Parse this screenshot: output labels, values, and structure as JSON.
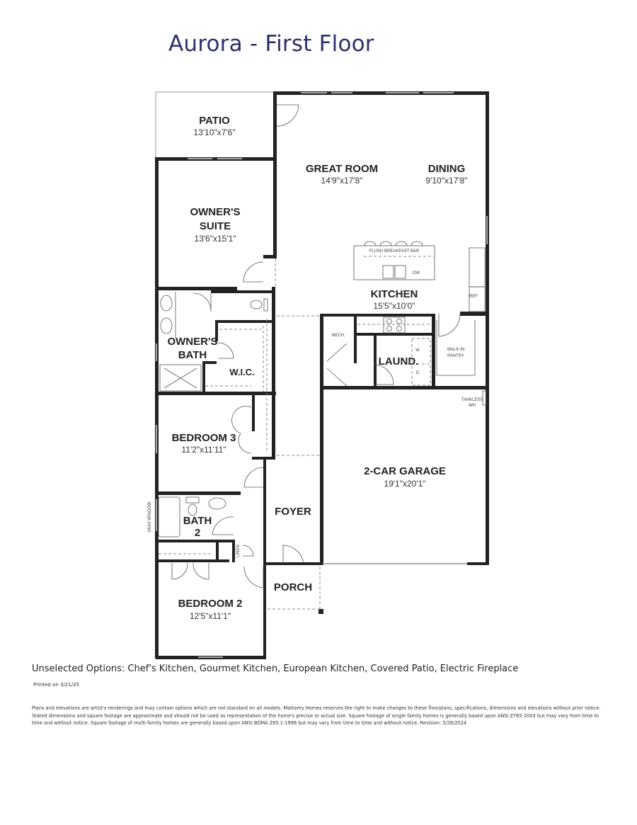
{
  "header": {
    "title": "Aurora - First Floor"
  },
  "rooms": {
    "patio": {
      "name": "PATIO",
      "dim": "13'10\"x7'6\""
    },
    "great_room": {
      "name": "GREAT ROOM",
      "dim": "14'9\"x17'8\""
    },
    "dining": {
      "name": "DINING",
      "dim": "9'10\"x17'8\""
    },
    "owners_suite": {
      "name1": "OWNER'S",
      "name2": "SUITE",
      "dim": "13'6\"x15'1\""
    },
    "kitchen": {
      "name": "KITCHEN",
      "dim": "15'5\"x10'0\""
    },
    "owners_bath": {
      "name1": "OWNER'S",
      "name2": "BATH"
    },
    "wic": {
      "name": "W.I.C."
    },
    "mech": {
      "name": "MECH."
    },
    "laundry": {
      "name": "LAUND."
    },
    "walkin_pantry": {
      "name1": "WALK-IN",
      "name2": "PANTRY"
    },
    "bedroom3": {
      "name": "BEDROOM 3",
      "dim": "11'2\"x11'11\""
    },
    "garage": {
      "name": "2-CAR GARAGE",
      "dim": "19'1\"x20'1\""
    },
    "bath2": {
      "name1": "BATH",
      "name2": "2"
    },
    "foyer": {
      "name": "FOYER"
    },
    "porch": {
      "name": "PORCH"
    },
    "bedroom2": {
      "name": "BEDROOM 2",
      "dim": "12'5\"x11'1\""
    }
  },
  "labels": {
    "breakfast_bar": "FLUSH BREAKFAST BAR",
    "dishwasher": "DW",
    "refrigerator": "REF",
    "washer": "W",
    "dryer": "D",
    "tankless_wh_1": "TANKLESS",
    "tankless_wh_2": "WH",
    "linen": "LINEN",
    "high_window": "HIGH WINDOW"
  },
  "footer": {
    "unselected_options": "Unselected Options: Chef's Kitchen, Gourmet Kitchen, European Kitchen, Covered Patio, Electric Fireplace",
    "printed_on": "Printed on 3/21/25",
    "disclaimer": "Plans and elevations are artist's renderings and may contain options which are not standard on all models. Mattamy Homes reserves the right to make changes to these floorplans, specifications, dimensions and elevations without prior notice. Stated dimensions and square footage are approximate and should not be used as representation of the home's precise or actual size. Square footage of single family homes is generally based upon ANSI Z765-2003 but may vary from time to time and without notice. Square footage of multi-family homes are generally based upon ANSI BOMA Z65.1-1996 but may vary from time to time and without notice. Revision: 5/28/2024"
  }
}
